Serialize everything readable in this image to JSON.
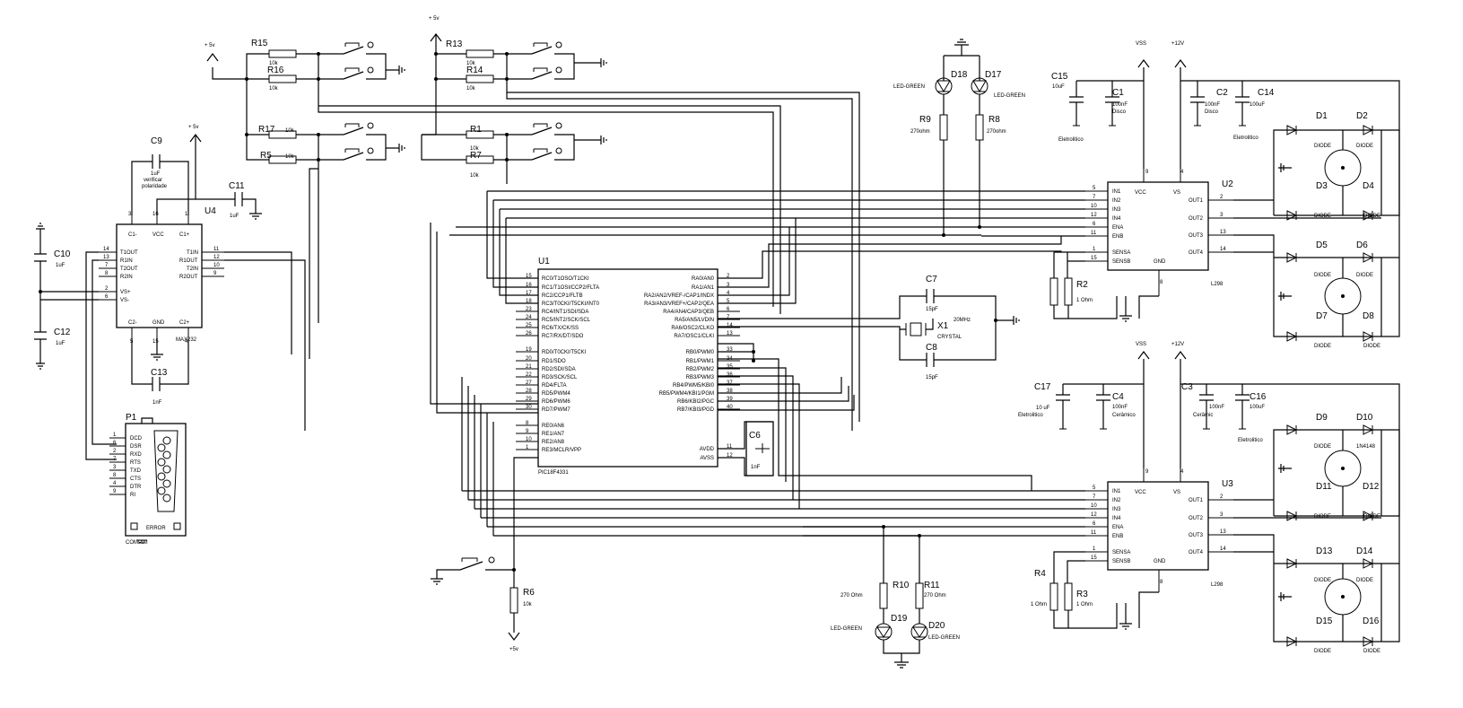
{
  "u1": {
    "ref": "U1",
    "part": "PIC18F4331",
    "left_pins": [
      {
        "num": "15",
        "label": "RC0/T1OSO/T1CKI"
      },
      {
        "num": "16",
        "label": "RC1/T1OSI/CCP2/FLTA"
      },
      {
        "num": "17",
        "label": "RC2/CCP1/FLTB"
      },
      {
        "num": "18",
        "label": "RC3/T0CKI/T5CKI/INT0"
      },
      {
        "num": "23",
        "label": "RC4/INT1/SDI/SDA"
      },
      {
        "num": "24",
        "label": "RC5/INT2/SCK/SCL"
      },
      {
        "num": "25",
        "label": "RC6/TX/CK/SS"
      },
      {
        "num": "26",
        "label": "RC7/RX/DT/SDO"
      },
      {
        "num": "19",
        "label": "RD0/T0CKI/T5CKI"
      },
      {
        "num": "20",
        "label": "RD1/SDO"
      },
      {
        "num": "21",
        "label": "RD2/SDI/SDA"
      },
      {
        "num": "22",
        "label": "RD3/SCK/SCL"
      },
      {
        "num": "27",
        "label": "RD4/FLTA"
      },
      {
        "num": "28",
        "label": "RD5/PWM4"
      },
      {
        "num": "29",
        "label": "RD6/PWM6"
      },
      {
        "num": "30",
        "label": "RD7/PWM7"
      },
      {
        "num": "8",
        "label": "RE0/AN6"
      },
      {
        "num": "9",
        "label": "RE1/AN7"
      },
      {
        "num": "10",
        "label": "RE2/AN8"
      },
      {
        "num": "1",
        "label": "RE3/MCLR/VPP"
      }
    ],
    "right_pins": [
      {
        "num": "2",
        "label": "RA0/AN0"
      },
      {
        "num": "3",
        "label": "RA1/AN1"
      },
      {
        "num": "4",
        "label": "RA2/AN2/VREF-/CAP1/INDX"
      },
      {
        "num": "5",
        "label": "RA3/AN3/VREF+/CAP2/QEA"
      },
      {
        "num": "6",
        "label": "RA4/AN4/CAP3/QEB"
      },
      {
        "num": "7",
        "label": "RA5/AN5/LVDIN"
      },
      {
        "num": "14",
        "label": "RA6/OSC2/CLKO"
      },
      {
        "num": "13",
        "label": "RA7/OSC1/CLKI"
      },
      {
        "num": "33",
        "label": "RB0/PWM0"
      },
      {
        "num": "34",
        "label": "RB1/PWM1"
      },
      {
        "num": "35",
        "label": "RB2/PWM2"
      },
      {
        "num": "36",
        "label": "RB3/PWM3"
      },
      {
        "num": "37",
        "label": "RB4/PWM5/KBI0"
      },
      {
        "num": "38",
        "label": "RB5/PWM4/KBI1/PGM"
      },
      {
        "num": "39",
        "label": "RB6/KBI2/PGC"
      },
      {
        "num": "40",
        "label": "RB7/KBI3/PGD"
      },
      {
        "num": "11",
        "label": "AVDD"
      },
      {
        "num": "12",
        "label": "AVSS"
      }
    ]
  },
  "u4": {
    "ref": "U4",
    "part": "MAX232",
    "top_pins": [
      {
        "num": "3",
        "label": "C1-"
      },
      {
        "num": "16",
        "label": "VCC"
      },
      {
        "num": "1",
        "label": "C1+"
      }
    ],
    "bottom_pins": [
      {
        "num": "5",
        "label": "C2-"
      },
      {
        "num": "15",
        "label": "GND"
      },
      {
        "num": "4",
        "label": "C2+"
      }
    ],
    "left_pins": [
      {
        "num": "14",
        "label": "T1OUT"
      },
      {
        "num": "13",
        "label": "R1IN"
      },
      {
        "num": "7",
        "label": "T2OUT"
      },
      {
        "num": "8",
        "label": "R2IN"
      },
      {
        "num": "2",
        "label": "VS+"
      },
      {
        "num": "6",
        "label": "VS-"
      }
    ],
    "right_pins": [
      {
        "num": "11",
        "label": "T1IN"
      },
      {
        "num": "12",
        "label": "R1OUT"
      },
      {
        "num": "10",
        "label": "T2IN"
      },
      {
        "num": "9",
        "label": "R2OUT"
      }
    ]
  },
  "l298": {
    "part": "L298",
    "top_pins": [
      {
        "num": "9",
        "label": "VCC"
      },
      {
        "num": "4",
        "label": "VS"
      }
    ],
    "left_pins": [
      {
        "num": "5",
        "label": "IN1"
      },
      {
        "num": "7",
        "label": "IN2"
      },
      {
        "num": "10",
        "label": "IN3"
      },
      {
        "num": "12",
        "label": "IN4"
      },
      {
        "num": "6",
        "label": "ENA"
      },
      {
        "num": "11",
        "label": "ENB"
      },
      {
        "num": "1",
        "label": "SENSA"
      },
      {
        "num": "15",
        "label": "SENSB"
      }
    ],
    "right_pins": [
      {
        "num": "2",
        "label": "OUT1"
      },
      {
        "num": "3",
        "label": "OUT2"
      },
      {
        "num": "13",
        "label": "OUT3"
      },
      {
        "num": "14",
        "label": "OUT4"
      }
    ],
    "gnd_label": "GND",
    "gnd_pin": "8"
  },
  "u2_ref": "U2",
  "u3_ref": "U3",
  "p1": {
    "ref": "P1",
    "part": "COMPIM",
    "pins": [
      {
        "num": "1",
        "label": "DCD"
      },
      {
        "num": "6",
        "label": "DSR"
      },
      {
        "num": "2",
        "label": "RXD"
      },
      {
        "num": "7",
        "label": "RTS"
      },
      {
        "num": "3",
        "label": "TXD"
      },
      {
        "num": "8",
        "label": "CTS"
      },
      {
        "num": "4",
        "label": "DTR"
      },
      {
        "num": "9",
        "label": "RI"
      }
    ],
    "error_label": "ERROR"
  },
  "power": {
    "p5v": "+ 5v",
    "p5v_alt": "+5v",
    "vss": "VSS",
    "p12v": "+12V"
  },
  "resistors": {
    "r15": {
      "ref": "R15",
      "val": "10k"
    },
    "r16": {
      "ref": "R16",
      "val": "10k"
    },
    "r17": {
      "ref": "R17",
      "val": "10k"
    },
    "r5": {
      "ref": "R5",
      "val": "10k"
    },
    "r13": {
      "ref": "R13",
      "val": "10k"
    },
    "r14": {
      "ref": "R14",
      "val": "10k"
    },
    "r1": {
      "ref": "R1",
      "val": "10k"
    },
    "r7": {
      "ref": "R7",
      "val": "10k"
    },
    "r9": {
      "ref": "R9",
      "val": "270ohm"
    },
    "r8": {
      "ref": "R8",
      "val": "270ohm"
    },
    "r2": {
      "ref": "R2",
      "val": "1 Ohm"
    },
    "r4": {
      "ref": "R4",
      "val": "1 Ohm"
    },
    "r3": {
      "ref": "R3",
      "val": "1 Ohm"
    },
    "r10": {
      "ref": "R10",
      "val": "270 Ohm"
    },
    "r11": {
      "ref": "R11",
      "val": "270 Ohm"
    },
    "r6": {
      "ref": "R6",
      "val": "10k"
    }
  },
  "capacitors": {
    "c9": {
      "ref": "C9",
      "val": "1uF",
      "note1": "verificar",
      "note2": "polaridade"
    },
    "c11": {
      "ref": "C11",
      "val": "1uF"
    },
    "c10": {
      "ref": "C10",
      "val": "1uF"
    },
    "c12": {
      "ref": "C12",
      "val": "1uF"
    },
    "c13": {
      "ref": "C13",
      "val": "1nF"
    },
    "c7": {
      "ref": "C7",
      "val": "15pF"
    },
    "c8": {
      "ref": "C8",
      "val": "15pF"
    },
    "c6": {
      "ref": "C6",
      "val": "1nF"
    },
    "c15": {
      "ref": "C15",
      "val": "10uF",
      "note": "Eletrolitico"
    },
    "c1": {
      "ref": "C1",
      "val": "100nF",
      "note": "Disco"
    },
    "c2": {
      "ref": "C2",
      "val": "100nF",
      "note": "Disco"
    },
    "c14": {
      "ref": "C14",
      "val": "100uF",
      "note": "Eletrolitico"
    },
    "c17": {
      "ref": "C17",
      "val": "10 uF",
      "note": "Eletrolitico"
    },
    "c4": {
      "ref": "C4",
      "val": "100nF",
      "note": "Cerâmico"
    },
    "c3": {
      "ref": "C3",
      "val": "100nF",
      "note": "Cerâmic"
    },
    "c16": {
      "ref": "C16",
      "val": "100uF",
      "note": "Eletrolitico"
    }
  },
  "crystal": {
    "ref": "X1",
    "val": "20MHz",
    "part": "CRYSTAL"
  },
  "leds": {
    "d18": {
      "ref": "D18",
      "val": "LED-GREEN"
    },
    "d17": {
      "ref": "D17",
      "val": "LED-GREEN"
    },
    "d19": {
      "ref": "D19",
      "val": "LED-GREEN"
    },
    "d20": {
      "ref": "D20",
      "val": "LED-GREEN"
    }
  },
  "diodes": {
    "d1": {
      "ref": "D1",
      "val": "DIODE"
    },
    "d2": {
      "ref": "D2",
      "val": "DIODE"
    },
    "d3": {
      "ref": "D3",
      "val": "DIODE"
    },
    "d4": {
      "ref": "D4",
      "val": "DIODE"
    },
    "d5": {
      "ref": "D5",
      "val": "DIODE"
    },
    "d6": {
      "ref": "D6",
      "val": "DIODE"
    },
    "d7": {
      "ref": "D7",
      "val": "DIODE"
    },
    "d8": {
      "ref": "D8",
      "val": "DIODE"
    },
    "d9": {
      "ref": "D9",
      "val": "DIODE"
    },
    "d10": {
      "ref": "D10",
      "val": "1N4148"
    },
    "d11": {
      "ref": "D11",
      "val": "DIODE"
    },
    "d12": {
      "ref": "D12",
      "val": "DIODE"
    },
    "d13": {
      "ref": "D13",
      "val": "DIODE"
    },
    "d14": {
      "ref": "D14",
      "val": "DIODE"
    },
    "d15": {
      "ref": "D15",
      "val": "DIODE"
    },
    "d16": {
      "ref": "D16",
      "val": "DIODE"
    }
  }
}
